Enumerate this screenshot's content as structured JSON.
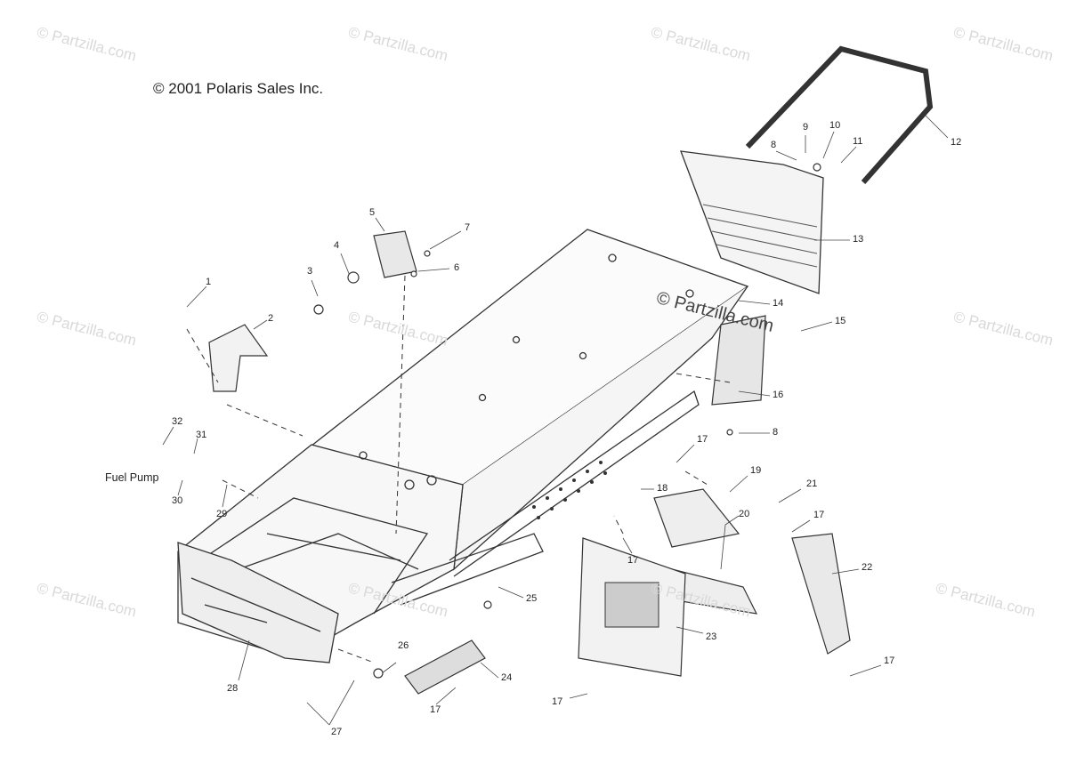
{
  "copyright": "© 2001 Polaris Sales Inc.",
  "watermark": "© Partzilla.com",
  "fuel_pump_label": "Fuel Pump",
  "callouts": [
    "1",
    "2",
    "3",
    "4",
    "5",
    "6",
    "7",
    "8",
    "9",
    "10",
    "11",
    "12",
    "13",
    "14",
    "15",
    "16",
    "8",
    "17",
    "18",
    "19",
    "20",
    "21",
    "17",
    "22",
    "17",
    "23",
    "24",
    "17",
    "25",
    "26",
    "27",
    "28",
    "29",
    "30",
    "31",
    "32",
    "17",
    "17"
  ],
  "colors": {
    "line": "#333333",
    "watermark": "#d9d9d9",
    "background": "#ffffff"
  }
}
